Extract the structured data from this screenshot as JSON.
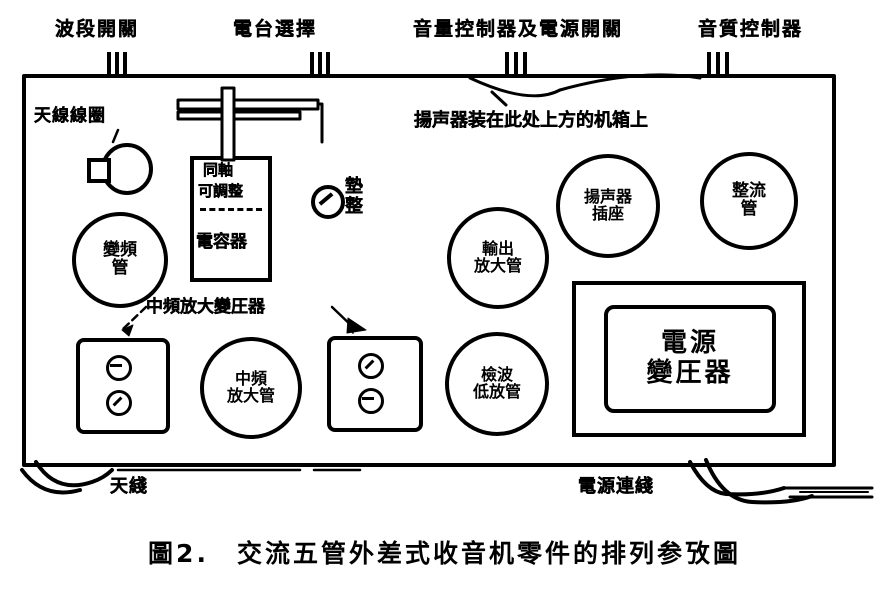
{
  "figure": {
    "caption": "圖2.　交流五管外差式收音机零件的排列参攷圖",
    "note": "揚声器装在此处上方的机箱上"
  },
  "top_controls": [
    {
      "label": "波段開關"
    },
    {
      "label": "電台選擇"
    },
    {
      "label": "音量控制器及電源開關"
    },
    {
      "label": "音質控制器"
    }
  ],
  "components": {
    "antenna_coil": "天線線圈",
    "tuning_cap_line1": "同軸",
    "tuning_cap_line2": "可調整",
    "tuning_cap_line3": "電容器",
    "trimmer": "墊整",
    "converter_tube_l1": "變頻",
    "converter_tube_l2": "管",
    "output_tube_l1": "輸出",
    "output_tube_l2": "放大管",
    "speaker_socket_l1": "揚声器",
    "speaker_socket_l2": "插座",
    "rectifier_tube_l1": "整流",
    "rectifier_tube_l2": "管",
    "if_transformer": "中頻放大變圧器",
    "if_amp_tube_l1": "中頻",
    "if_amp_tube_l2": "放大管",
    "detector_tube_l1": "檢波",
    "detector_tube_l2": "低放管",
    "power_transformer_l1": "電源",
    "power_transformer_l2": "變圧器"
  },
  "bottom_labels": {
    "antenna": "天綫",
    "power_cord": "電源連綫"
  },
  "colors": {
    "ink": "#000000",
    "paper": "#ffffff"
  }
}
